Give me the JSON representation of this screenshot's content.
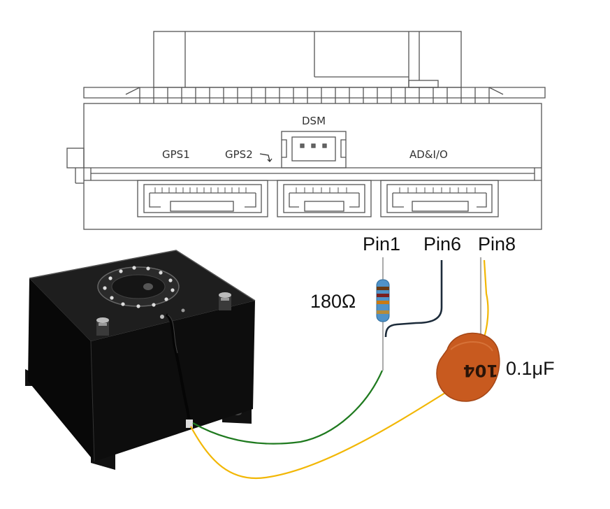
{
  "controller": {
    "port_labels": {
      "gps1": "GPS1",
      "gps2": "GPS2",
      "dsm": "DSM",
      "adio": "AD&I/O"
    }
  },
  "wiring": {
    "pins": {
      "pin1": "Pin1",
      "pin6": "Pin6",
      "pin8": "Pin8"
    },
    "resistor": {
      "value": "180Ω"
    },
    "capacitor": {
      "value": "0.1μF",
      "code": "104"
    },
    "wire_colors": {
      "green": "#1f7a1f",
      "yellow": "#f2b705",
      "dark": "#1c2b3a"
    }
  },
  "tank": {
    "color": "#0b0b0b"
  }
}
